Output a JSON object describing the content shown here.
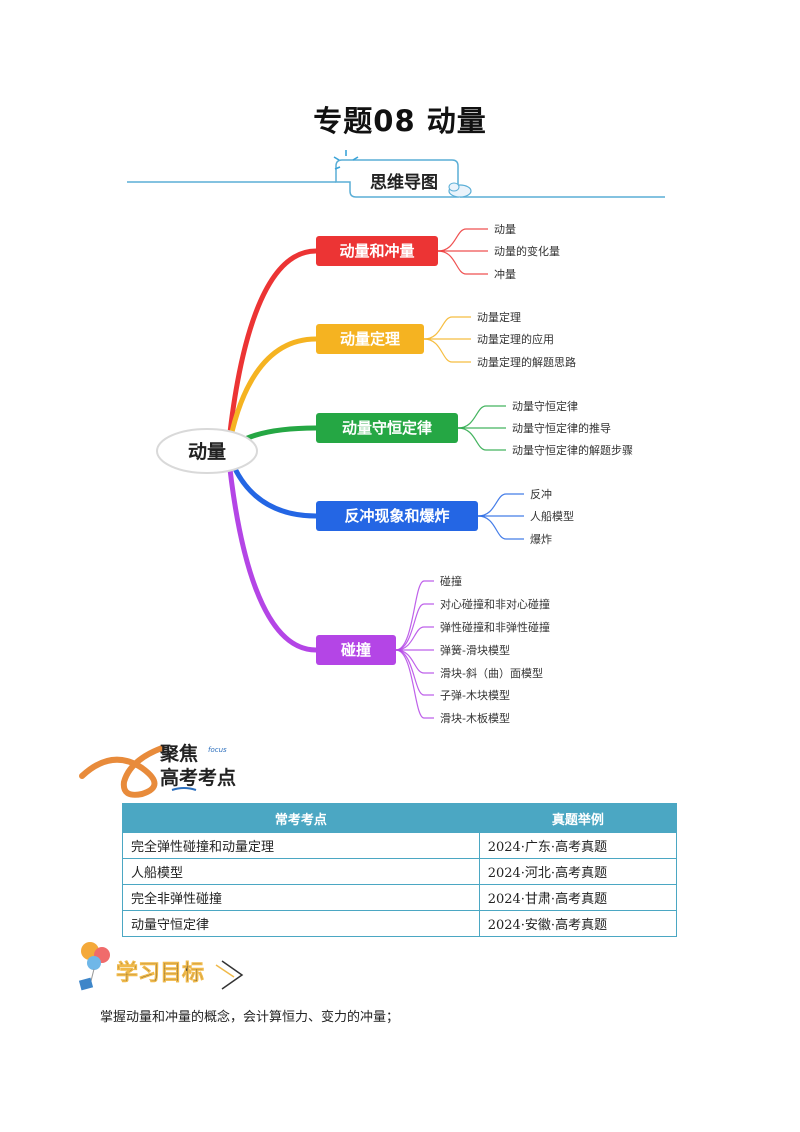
{
  "title": "专题08  动量",
  "mindmap": {
    "banner": "思维导图",
    "root": "动量",
    "branches": [
      {
        "label": "动量和冲量",
        "color": "#ec3434",
        "leaves": [
          "动量",
          "动量的变化量",
          "冲量"
        ]
      },
      {
        "label": "动量定理",
        "color": "#f5b321",
        "leaves": [
          "动量定理",
          "动量定理的应用",
          "动量定理的解题思路"
        ]
      },
      {
        "label": "动量守恒定律",
        "color": "#25a744",
        "leaves": [
          "动量守恒定律",
          "动量守恒定律的推导",
          "动量守恒定律的解题步骤"
        ]
      },
      {
        "label": "反冲现象和爆炸",
        "color": "#2466e4",
        "leaves": [
          "反冲",
          "人船模型",
          "爆炸"
        ]
      },
      {
        "label": "碰撞",
        "color": "#b445e6",
        "leaves": [
          "碰撞",
          "对心碰撞和非对心碰撞",
          "弹性碰撞和非弹性碰撞",
          "弹簧-滑块模型",
          "滑块-斜（曲）面模型",
          "子弹-木块模型",
          "滑块-木板模型"
        ]
      }
    ]
  },
  "focus": {
    "line1": "聚焦",
    "line2": "高考考点",
    "tag": "focus"
  },
  "table": {
    "headers": [
      "常考考点",
      "真题举例"
    ],
    "rows": [
      [
        "完全弹性碰撞和动量定理",
        "2024·广东·高考真题"
      ],
      [
        "人船模型",
        "2024·河北·高考真题"
      ],
      [
        "完全非弹性碰撞",
        "2024·甘肃·高考真题"
      ],
      [
        "动量守恒定律",
        "2024·安徽·高考真题"
      ]
    ]
  },
  "goals": {
    "title": "学习目标",
    "items": [
      "掌握动量和冲量的概念，会计算恒力、变力的冲量；"
    ]
  }
}
